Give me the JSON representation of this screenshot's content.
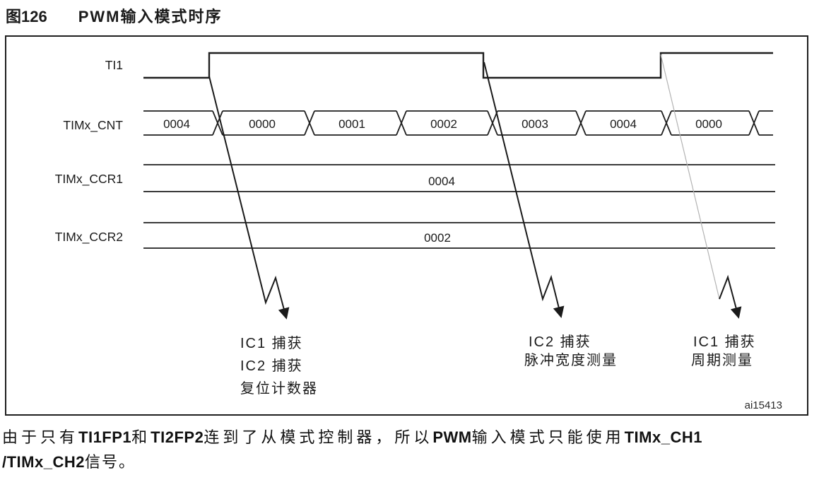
{
  "figure": {
    "number": "图126",
    "title": "PWM输入模式时序",
    "artwork_id": "ai15413"
  },
  "signals": {
    "ti1": {
      "label": "TI1"
    },
    "cnt": {
      "label": "TIMx_CNT",
      "values": [
        "0004",
        "0000",
        "0001",
        "0002",
        "0003",
        "0004",
        "0000"
      ]
    },
    "ccr1": {
      "label": "TIMx_CCR1",
      "value": "0004"
    },
    "ccr2": {
      "label": "TIMx_CCR2",
      "value": "0002"
    }
  },
  "annotations": [
    {
      "lines": [
        "IC1 捕获",
        "IC2 捕获",
        "复位计数器"
      ]
    },
    {
      "lines": [
        "IC2 捕获",
        "脉冲宽度测量"
      ]
    },
    {
      "lines": [
        "IC1 捕获",
        "周期测量"
      ]
    }
  ],
  "caption": {
    "line1": [
      {
        "text": "由于只有"
      },
      {
        "text": "TI1FP1"
      },
      {
        "text": "和"
      },
      {
        "text": "TI2FP2"
      },
      {
        "text": "连到了从模式控制器，所以"
      },
      {
        "text": "PWM"
      },
      {
        "text": "输入模式只能使用"
      },
      {
        "text": "TIMx_CH1"
      }
    ],
    "line2": [
      {
        "text": "/TIMx_CH2"
      },
      {
        "text": "信号。"
      }
    ]
  },
  "colors": {
    "line": "#1f1f1f",
    "faint_arrow": "#b3b3b3",
    "background": "#ffffff"
  }
}
